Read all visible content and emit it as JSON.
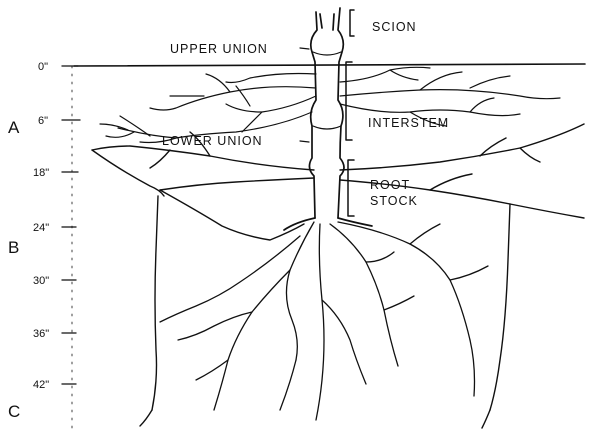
{
  "labels": {
    "scion": "SCION",
    "upper_union": "UPPER UNION",
    "interstem": "INTERSTEM",
    "lower_union": "LOWER UNION",
    "root": "ROOT",
    "stock": "STOCK"
  },
  "depth_ticks": [
    "0\"",
    "6\"",
    "18\"",
    "24\"",
    "30\"",
    "36\"",
    "42\""
  ],
  "horizons": [
    "A",
    "B",
    "C"
  ]
}
